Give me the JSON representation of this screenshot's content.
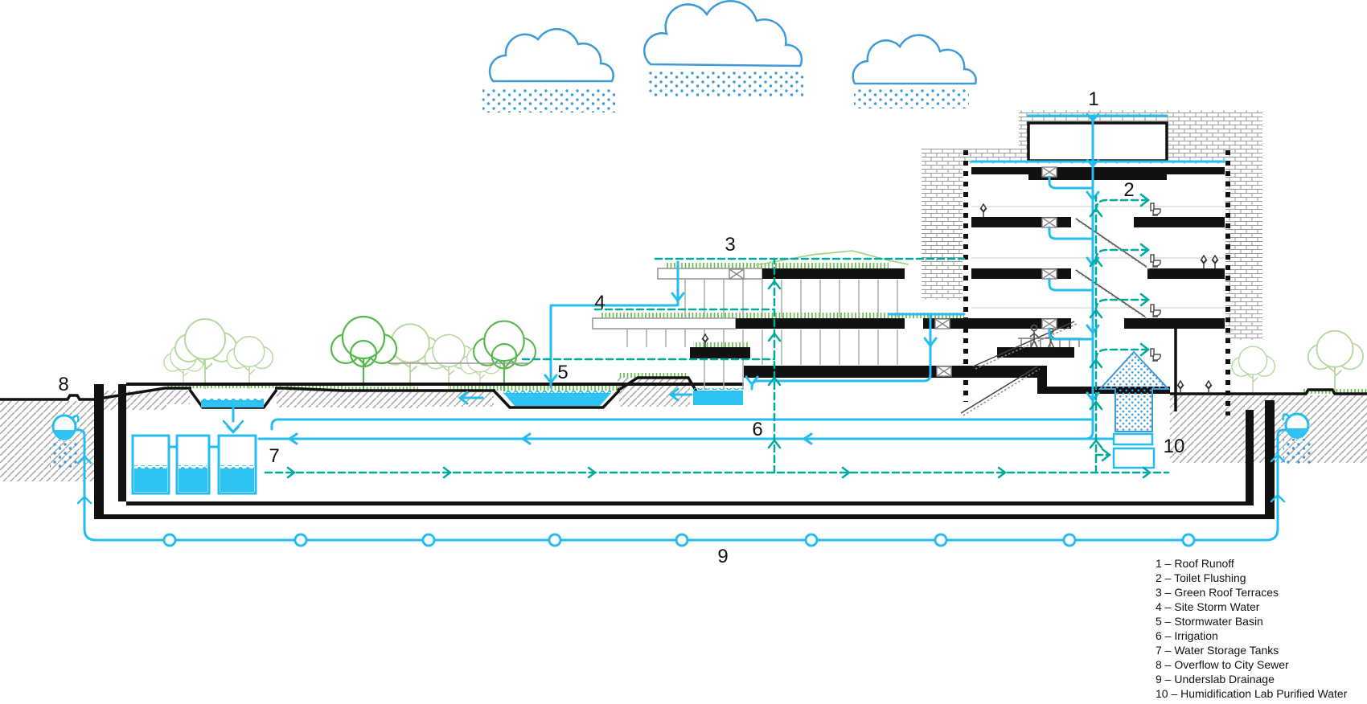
{
  "callouts": [
    "1",
    "2",
    "3",
    "4",
    "5",
    "6",
    "7",
    "8",
    "9",
    "10"
  ],
  "legend": {
    "items": [
      {
        "text": "1 – Roof Runoff"
      },
      {
        "text": "2 – Toilet Flushing"
      },
      {
        "text": "3 – Green Roof Terraces"
      },
      {
        "text": "4 – Site Storm Water"
      },
      {
        "text": "5 – Stormwater Basin"
      },
      {
        "text": "6 – Irrigation"
      },
      {
        "text": "7 – Water Storage Tanks"
      },
      {
        "text": "8 – Overflow to City Sewer"
      },
      {
        "text": "9 – Underslab Drainage"
      },
      {
        "text": "10 – Humidification Lab Purified Water"
      }
    ]
  },
  "colors": {
    "pipe_cyan": "#25bdf0",
    "water_fill": "#2fc3f3",
    "irrigation_teal": "#00a99d",
    "rain_blue": "#3f9ad8",
    "grass_green": "#63b944",
    "tree_green": "#54b84a",
    "tree_light_green": "#b5d89f",
    "structure_black": "#111111",
    "masonry_gray": "#999999",
    "ground_hatch_gray": "#aaaaaa"
  },
  "icons": {
    "cloud": "cloud-icon",
    "rain": "rain-dots-icon",
    "toilet": "toilet-icon",
    "person": "person-icon",
    "plant": "plant-icon",
    "sewer_outlet": "sewer-outlet-icon",
    "drain_box": "drain-box-icon",
    "humidification_arrow": "up-arrow-icon",
    "drainage_node": "pipe-node-icon"
  }
}
